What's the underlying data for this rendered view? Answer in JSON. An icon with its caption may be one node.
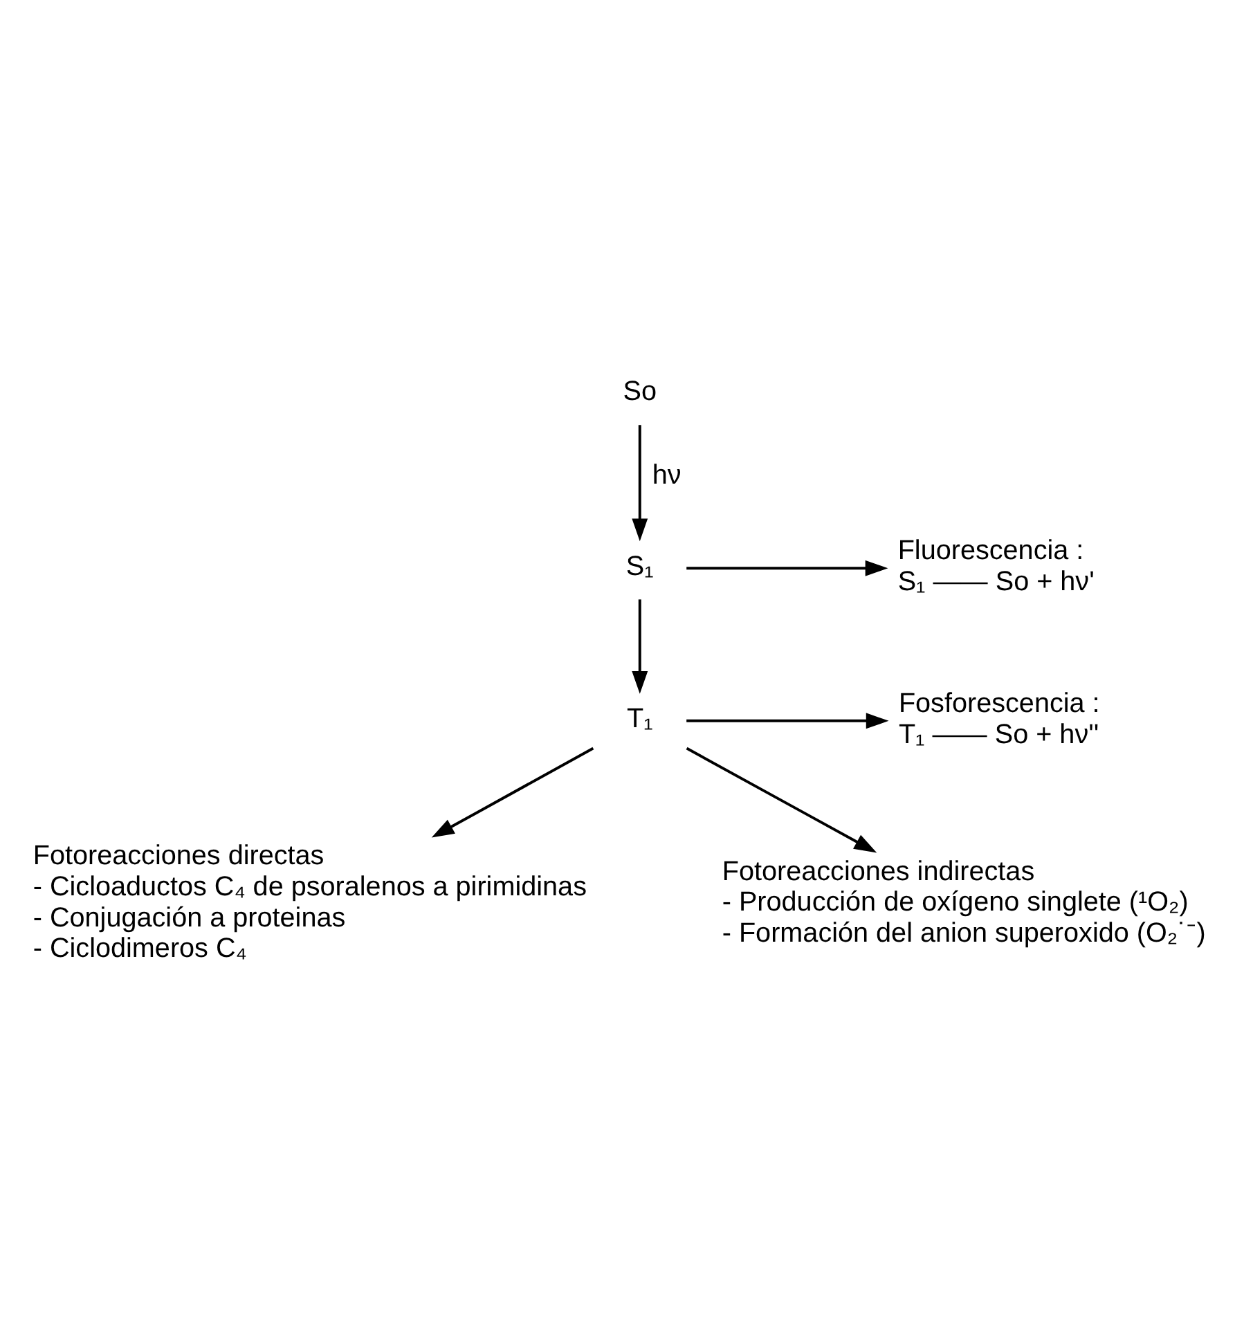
{
  "diagram": {
    "nodes": [
      {
        "text": [
          "So"
        ]
      },
      {
        "text": [
          "S₁"
        ]
      },
      {
        "text": [
          "Fluorescencia :",
          "S₁ —— So + hν'"
        ]
      },
      {
        "text": [
          "T₁"
        ]
      },
      {
        "text": [
          "Fosforescencia :",
          "T₁ —— So + hν''"
        ]
      },
      {
        "text": [
          "Fotoreacciones directas",
          "- Cicloaductos C₄ de psoralenos a pirimidinas",
          "- Conjugación a proteinas",
          "- Ciclodimeros C₄"
        ]
      },
      {
        "text": [
          "Fotoreacciones indirectas",
          "- Producción de oxígeno singlete (¹O₂)",
          "- Formación del anion superoxido (O₂˙⁻)"
        ]
      }
    ],
    "edges": [
      {
        "from": 0,
        "to": 1,
        "arrow": "to",
        "label": "hν"
      },
      {
        "from": 1,
        "to": 2,
        "arrow": "to"
      },
      {
        "from": 1,
        "to": 3,
        "arrow": "to"
      },
      {
        "from": 3,
        "to": 4,
        "arrow": "to"
      },
      {
        "from": 3,
        "to": 5,
        "arrow": "to"
      },
      {
        "from": 3,
        "to": 6,
        "arrow": "to"
      }
    ]
  }
}
